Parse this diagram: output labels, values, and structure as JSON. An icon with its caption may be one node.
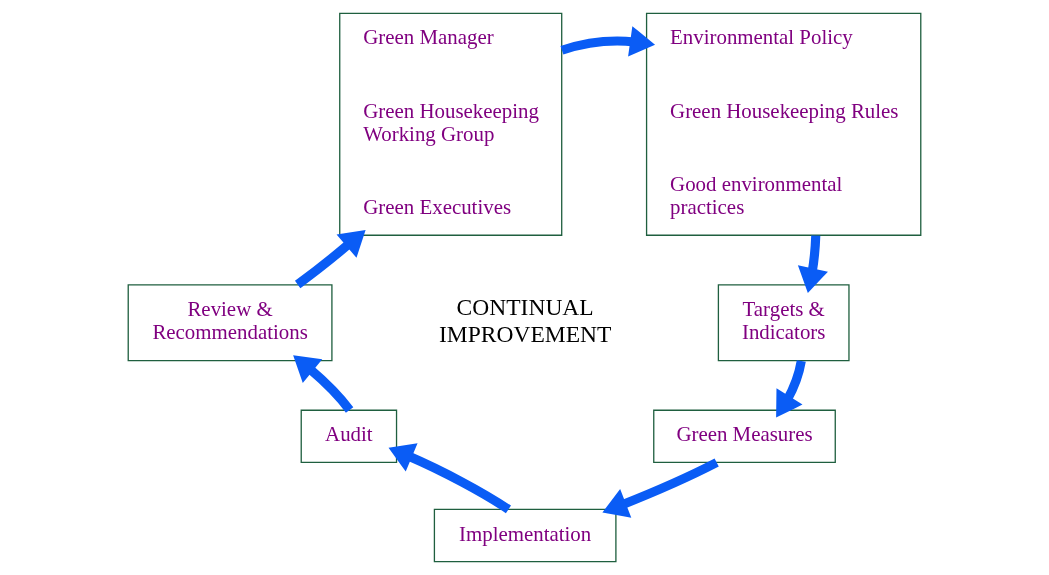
{
  "diagram": {
    "nodes": [
      {
        "text": [
          "Green Manager",
          "Green Housekeeping Working Group",
          "Green Executives"
        ]
      },
      {
        "text": [
          "Environmental Policy",
          "Green Housekeeping Rules",
          "Good environmental practices"
        ]
      },
      {
        "text": [
          "Targets & Indicators"
        ]
      },
      {
        "text": [
          "Green Measures"
        ]
      },
      {
        "text": [
          "Implementation"
        ]
      },
      {
        "text": [
          "Audit"
        ]
      },
      {
        "text": [
          "Review & Recommendations"
        ]
      }
    ],
    "edges": [
      {
        "from": 0,
        "to": 1,
        "arrow": "to"
      },
      {
        "from": 1,
        "to": 2,
        "arrow": "to"
      },
      {
        "from": 2,
        "to": 3,
        "arrow": "to"
      },
      {
        "from": 3,
        "to": 4,
        "arrow": "to"
      },
      {
        "from": 4,
        "to": 5,
        "arrow": "to"
      },
      {
        "from": 5,
        "to": 6,
        "arrow": "to"
      },
      {
        "from": 6,
        "to": 0,
        "arrow": "to"
      }
    ],
    "labels": [
      "CONTINUAL IMPROVEMENT"
    ]
  }
}
